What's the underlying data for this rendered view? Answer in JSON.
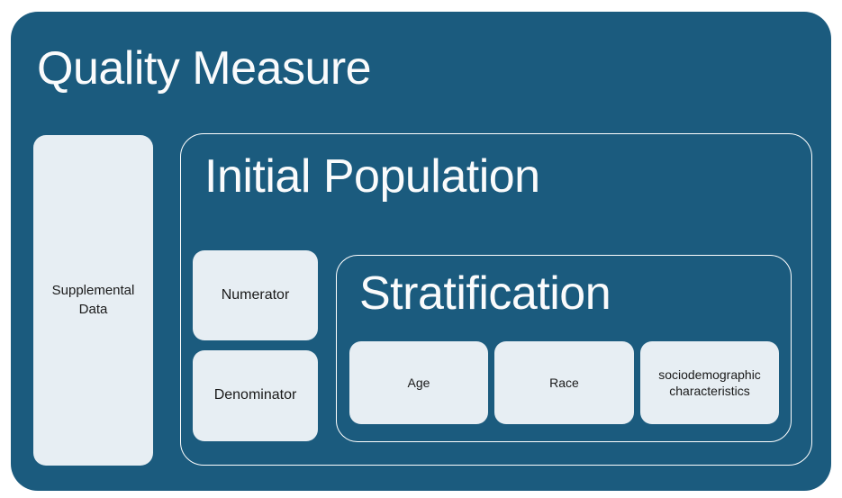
{
  "diagram": {
    "title": "Quality Measure",
    "supplemental_label": "Supplemental Data",
    "initial_population": {
      "title": "Initial Population",
      "numerator_label": "Numerator",
      "denominator_label": "Denominator",
      "stratification": {
        "title": "Stratification",
        "items": [
          "Age",
          "Race",
          "sociodemographic characteristics"
        ]
      }
    },
    "colors": {
      "background": "#1B5B7E",
      "box_fill": "#E7EEF3",
      "outline": "#FFFFFF",
      "title_text": "#FAFBFC",
      "label_text": "#1A1A1A"
    }
  }
}
